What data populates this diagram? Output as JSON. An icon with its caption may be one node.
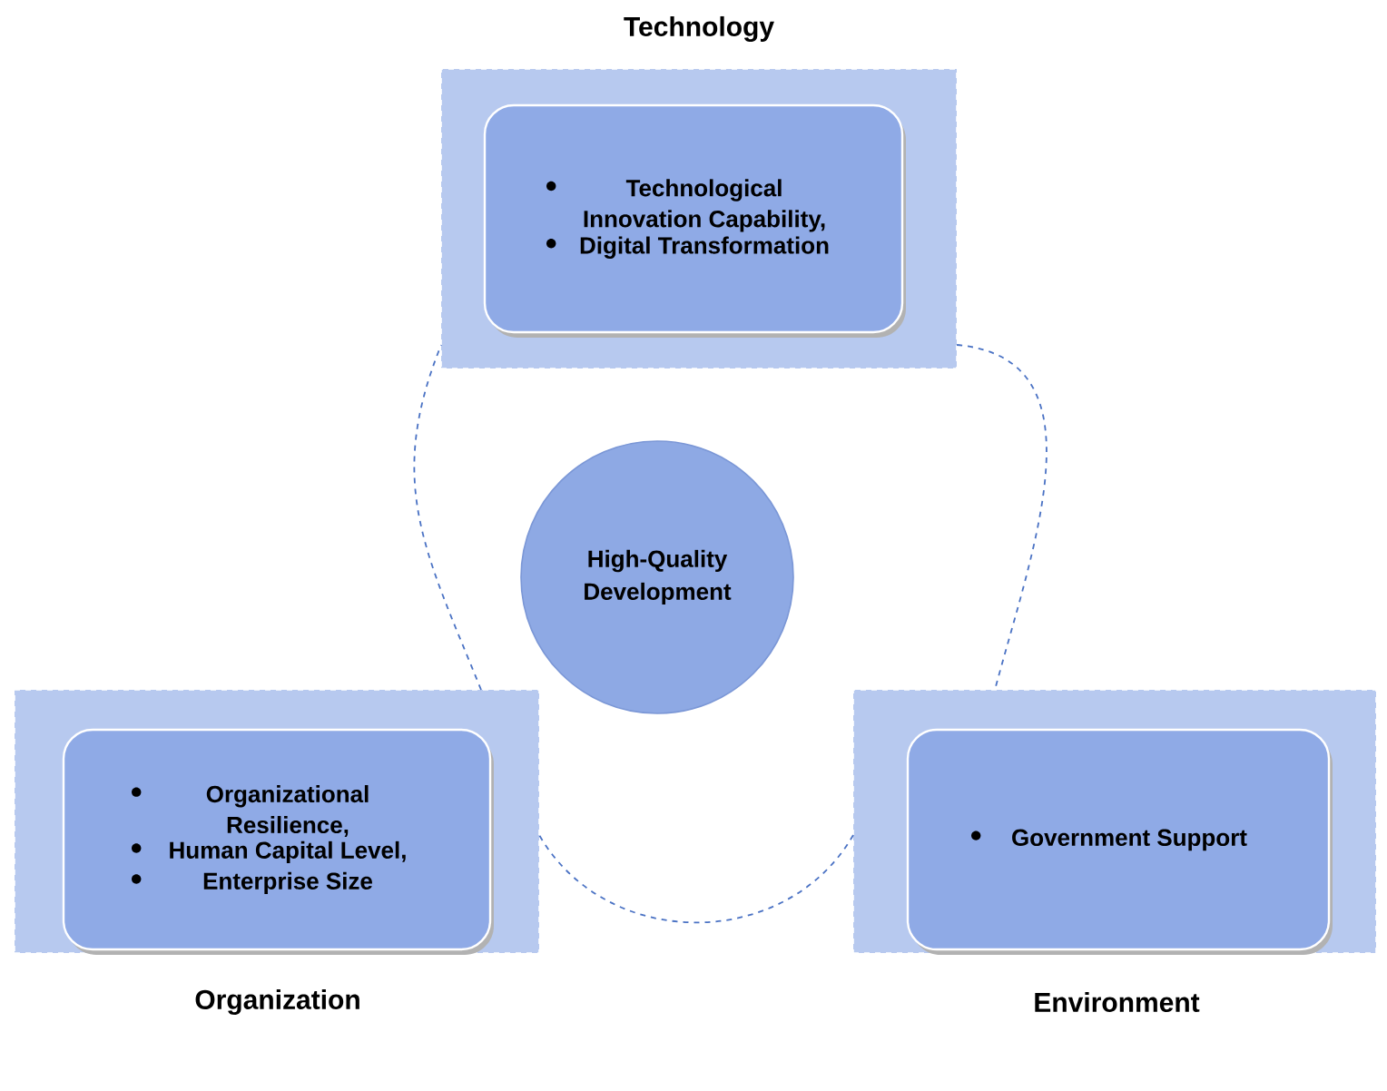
{
  "diagram": {
    "nodes": [
      {
        "text": [
          "Technology"
        ]
      },
      {
        "text": [
          "Technological Innovation Capability,",
          "Digital Transformation"
        ],
        "in": 0
      },
      {
        "text": [
          "High-Quality Development"
        ]
      },
      {
        "text": [
          "Organization"
        ]
      },
      {
        "text": [
          "Organizational Resilience,",
          "Human Capital Level,",
          "Enterprise Size"
        ],
        "in": 3
      },
      {
        "text": [
          "Environment"
        ]
      },
      {
        "text": [
          "Government Support"
        ],
        "in": 5
      }
    ],
    "edges": [
      {
        "from": 3,
        "to": 0,
        "arrow": "none",
        "style": "dashed"
      },
      {
        "from": 0,
        "to": 5,
        "arrow": "none",
        "style": "dashed"
      },
      {
        "from": 5,
        "to": 3,
        "arrow": "none",
        "style": "dashed"
      }
    ]
  }
}
